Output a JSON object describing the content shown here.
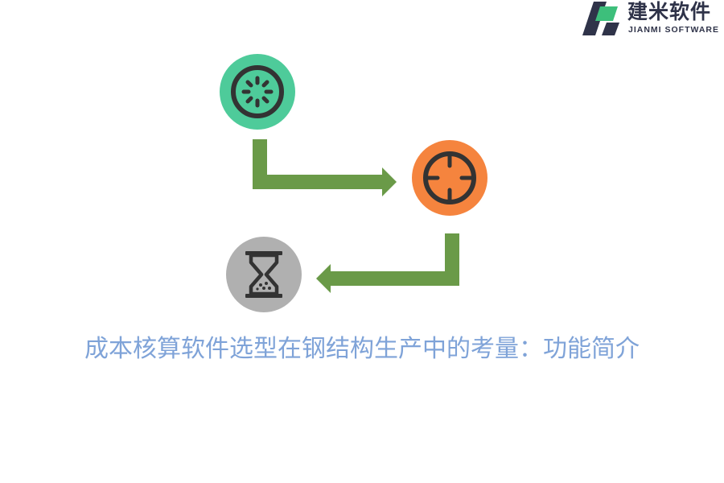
{
  "logo": {
    "name": "建米软件",
    "subtitle": "JIANMI SOFTWARE"
  },
  "title": "成本核算软件选型在钢结构生产中的考量：功能简介",
  "colors": {
    "green_circle": "#4ecb9a",
    "orange_circle": "#f5843e",
    "gray_circle": "#b0b0b0",
    "arrow": "#6a9a48",
    "icon_stroke": "#333333",
    "title": "#7fa3d8",
    "logo_dark": "#2f3349",
    "logo_green": "#3dbf7b"
  },
  "nodes": [
    {
      "icon": "loading-dial-icon"
    },
    {
      "icon": "crosshair-target-icon"
    },
    {
      "icon": "hourglass-icon"
    }
  ]
}
